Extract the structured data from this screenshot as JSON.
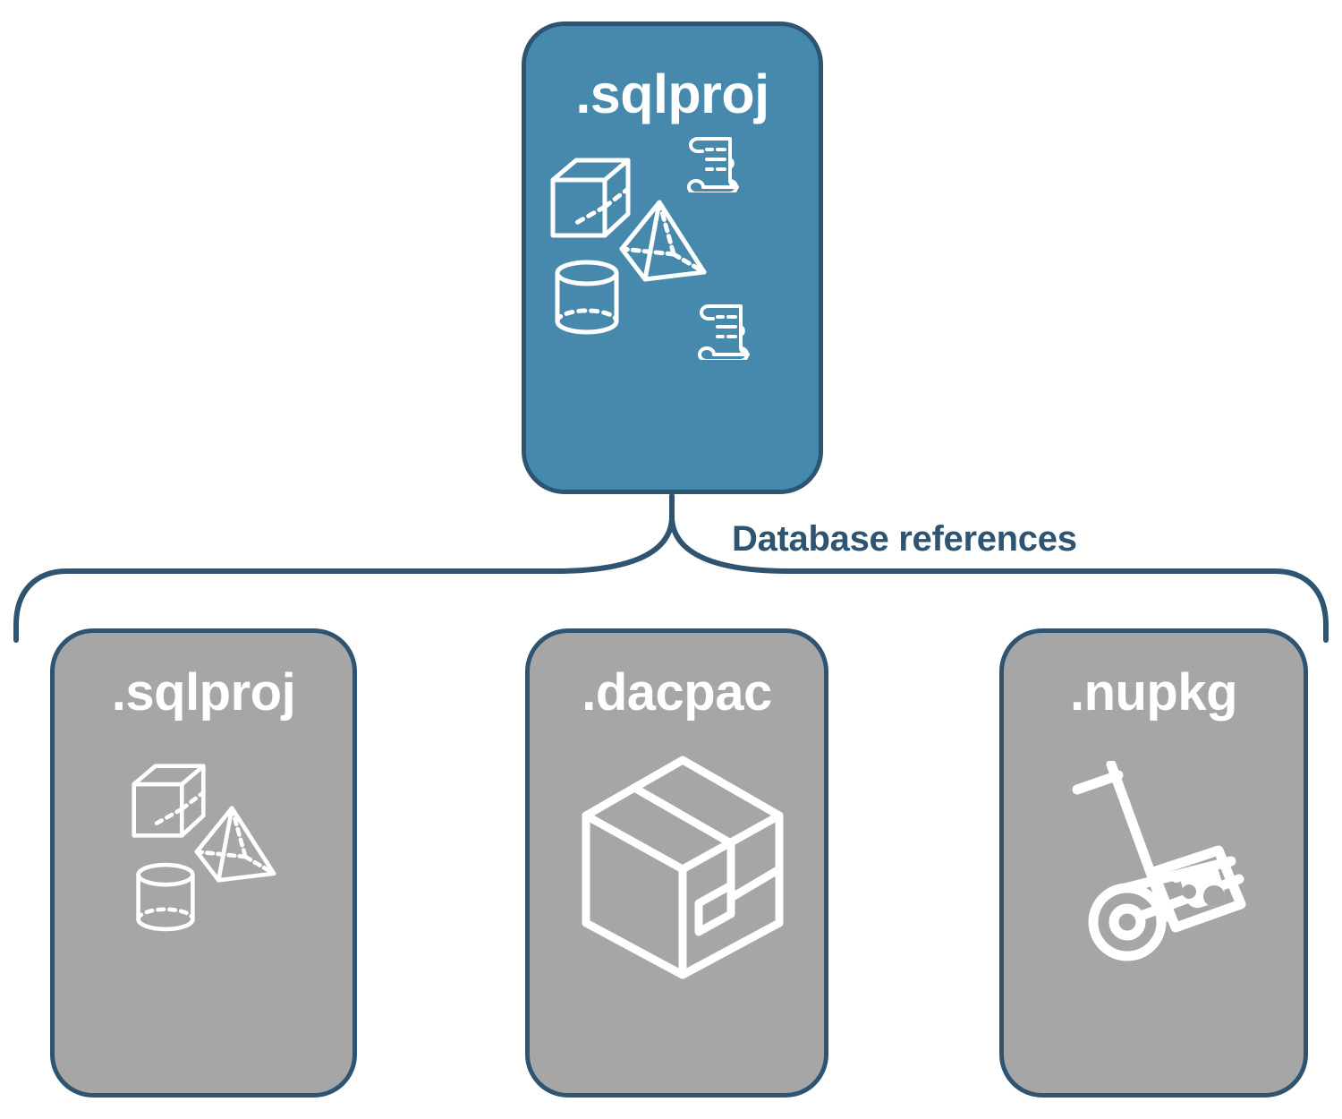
{
  "diagram": {
    "title": "Database references",
    "relationship_label": "Database references",
    "colors": {
      "accent_blue": "#4789AD",
      "border_navy": "#2E5472",
      "card_gray": "#A6A6A6",
      "icon_white": "#FFFFFF",
      "background": "#FFFFFF"
    }
  },
  "root": {
    "label": ".sqlproj",
    "style": "blue",
    "icons": [
      {
        "name": "cube-icon",
        "label": "wireframe cube"
      },
      {
        "name": "pyramid-icon",
        "label": "wireframe pyramid"
      },
      {
        "name": "cylinder-icon",
        "label": "wireframe cylinder"
      },
      {
        "name": "scroll-icon",
        "label": "script scroll"
      },
      {
        "name": "scroll-icon",
        "label": "script scroll"
      }
    ]
  },
  "references": [
    {
      "label": ".sqlproj",
      "style": "gray",
      "icons": [
        {
          "name": "cube-icon",
          "label": "wireframe cube"
        },
        {
          "name": "pyramid-icon",
          "label": "wireframe pyramid"
        },
        {
          "name": "cylinder-icon",
          "label": "wireframe cylinder"
        }
      ]
    },
    {
      "label": ".dacpac",
      "style": "gray",
      "icons": [
        {
          "name": "package-box-icon",
          "label": "isometric shipping box"
        }
      ]
    },
    {
      "label": ".nupkg",
      "style": "gray",
      "icons": [
        {
          "name": "hand-truck-icon",
          "label": "hand truck with package"
        }
      ]
    }
  ]
}
